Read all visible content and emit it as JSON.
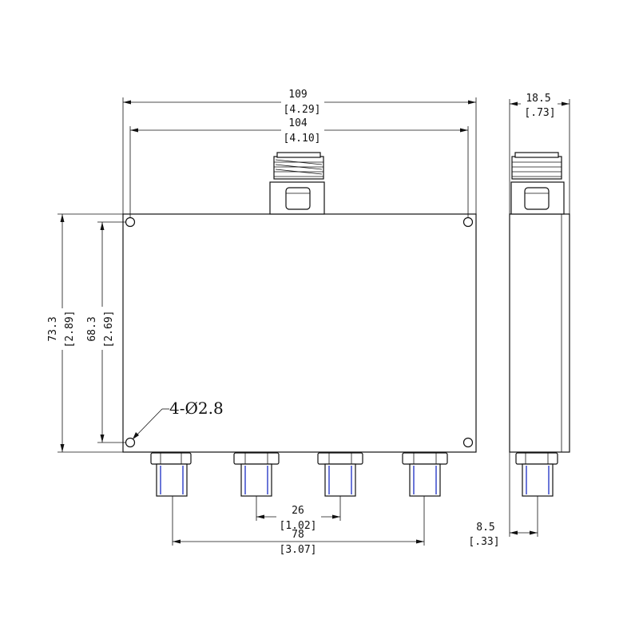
{
  "dims": {
    "overall_width": {
      "mm": "109",
      "in": "[4.29]"
    },
    "hole_spacing_x": {
      "mm": "104",
      "in": "[4.10]"
    },
    "overall_height": {
      "mm": "73.3",
      "in": "[2.89]"
    },
    "hole_spacing_y": {
      "mm": "68.3",
      "in": "[2.69]"
    },
    "holes_callout": "4-Ø2.8",
    "port_pitch": {
      "mm": "26",
      "in": "[1.02]"
    },
    "port_span": {
      "mm": "78",
      "in": "[3.07]"
    },
    "side_thickness": {
      "mm": "18.5",
      "in": "[.73]"
    },
    "port_offset": {
      "mm": "8.5",
      "in": "[.33]"
    }
  },
  "colors": {
    "line": "#111111",
    "connector_highlight": "#2a3cc8",
    "background": "#ffffff"
  }
}
